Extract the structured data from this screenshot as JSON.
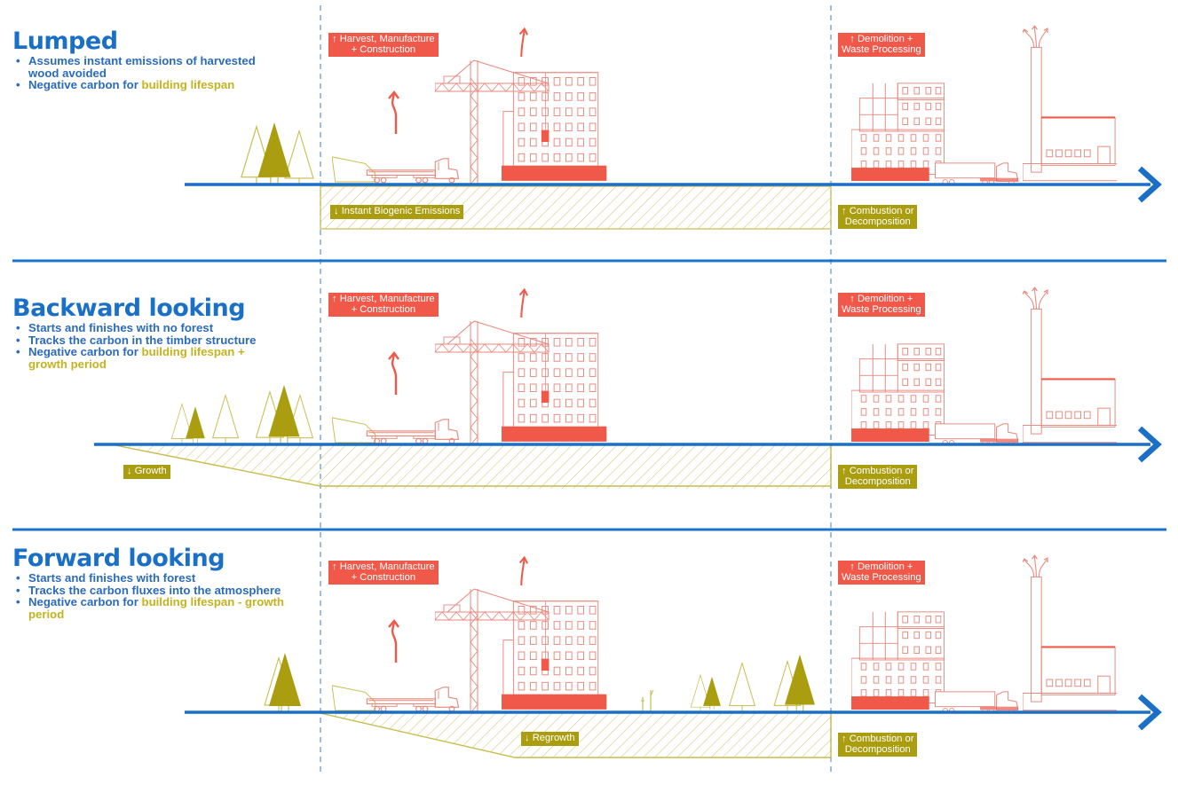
{
  "colors": {
    "blue": "#1a6fc6",
    "divider_blue": "#1b73cf",
    "red": "#f0594a",
    "red_line": "#e8877c",
    "olive": "#aa9d0f",
    "olive_line": "#c8bb4a",
    "hatch": "#cfc67a"
  },
  "panels": [
    {
      "id": "lumped",
      "title": "Lumped",
      "bullets": [
        {
          "text": "Assumes instant emissions of harvested wood avoided",
          "lines": [
            "Assumes instant emissions of harvested",
            "wood avoided"
          ],
          "highlight": ""
        },
        {
          "text": "Negative carbon for building lifespan",
          "lines": [
            "Negative carbon for "
          ],
          "highlight": "building lifespan"
        }
      ],
      "labels": {
        "harvest": "↑ Harvest, Manufacture\n+ Construction",
        "harvest_l1": "↑ Harvest, Manufacture",
        "harvest_l2": "+ Construction",
        "demolition_l1": "↑ Demolition +",
        "demolition_l2": "Waste Processing",
        "biogenic": "↓ Instant Biogenic Emissions",
        "combustion_l1": "↑ Combustion or",
        "combustion_l2": "Decomposition"
      }
    },
    {
      "id": "backward",
      "title": "Backward looking",
      "bullets": [
        {
          "lines": [
            "Starts and finishes with no forest"
          ],
          "highlight": ""
        },
        {
          "lines": [
            "Tracks the carbon in the timber structure"
          ],
          "highlight": ""
        },
        {
          "lines": [
            "Negative carbon for "
          ],
          "highlight": "building lifespan +",
          "highlight2": "growth period"
        }
      ],
      "labels": {
        "harvest_l1": "↑ Harvest, Manufacture",
        "harvest_l2": "+ Construction",
        "demolition_l1": "↑ Demolition +",
        "demolition_l2": "Waste Processing",
        "growth": "↓ Growth",
        "combustion_l1": "↑ Combustion or",
        "combustion_l2": "Decomposition"
      }
    },
    {
      "id": "forward",
      "title": "Forward looking",
      "bullets": [
        {
          "lines": [
            "Starts and finishes with forest"
          ],
          "highlight": ""
        },
        {
          "lines": [
            "Tracks the carbon fluxes into the atmosphere"
          ],
          "highlight": ""
        },
        {
          "lines": [
            "Negative carbon for "
          ],
          "highlight": "building lifespan - growth",
          "highlight2": "period"
        }
      ],
      "labels": {
        "harvest_l1": "↑ Harvest, Manufacture",
        "harvest_l2": "+ Construction",
        "demolition_l1": "↑ Demolition +",
        "demolition_l2": "Waste Processing",
        "regrowth": "↓ Regrowth",
        "combustion_l1": "↑ Combustion or",
        "combustion_l2": "Decomposition"
      }
    }
  ],
  "icons": [
    "timeline-arrow-icon",
    "tree-icon",
    "truck-icon",
    "crane-icon",
    "building-icon",
    "smokestack-icon",
    "emission-arrow-icon",
    "sapling-icon"
  ]
}
